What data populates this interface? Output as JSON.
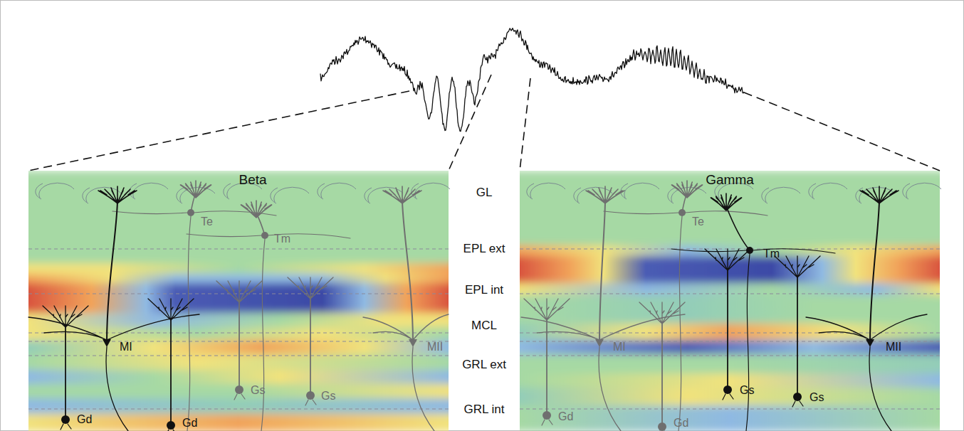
{
  "diagram": {
    "labels": [
      "Beta",
      "Gamma",
      "GL",
      "EPL ext",
      "EPL int",
      "MCL",
      "GRL ext",
      "GRL int",
      "Te",
      "Tm",
      "MI",
      "MII",
      "Gs",
      "Gs",
      "Gd",
      "Gd",
      "Te",
      "Tm",
      "MI",
      "MII",
      "Gs",
      "Gs",
      "Gd",
      "Gd"
    ]
  }
}
